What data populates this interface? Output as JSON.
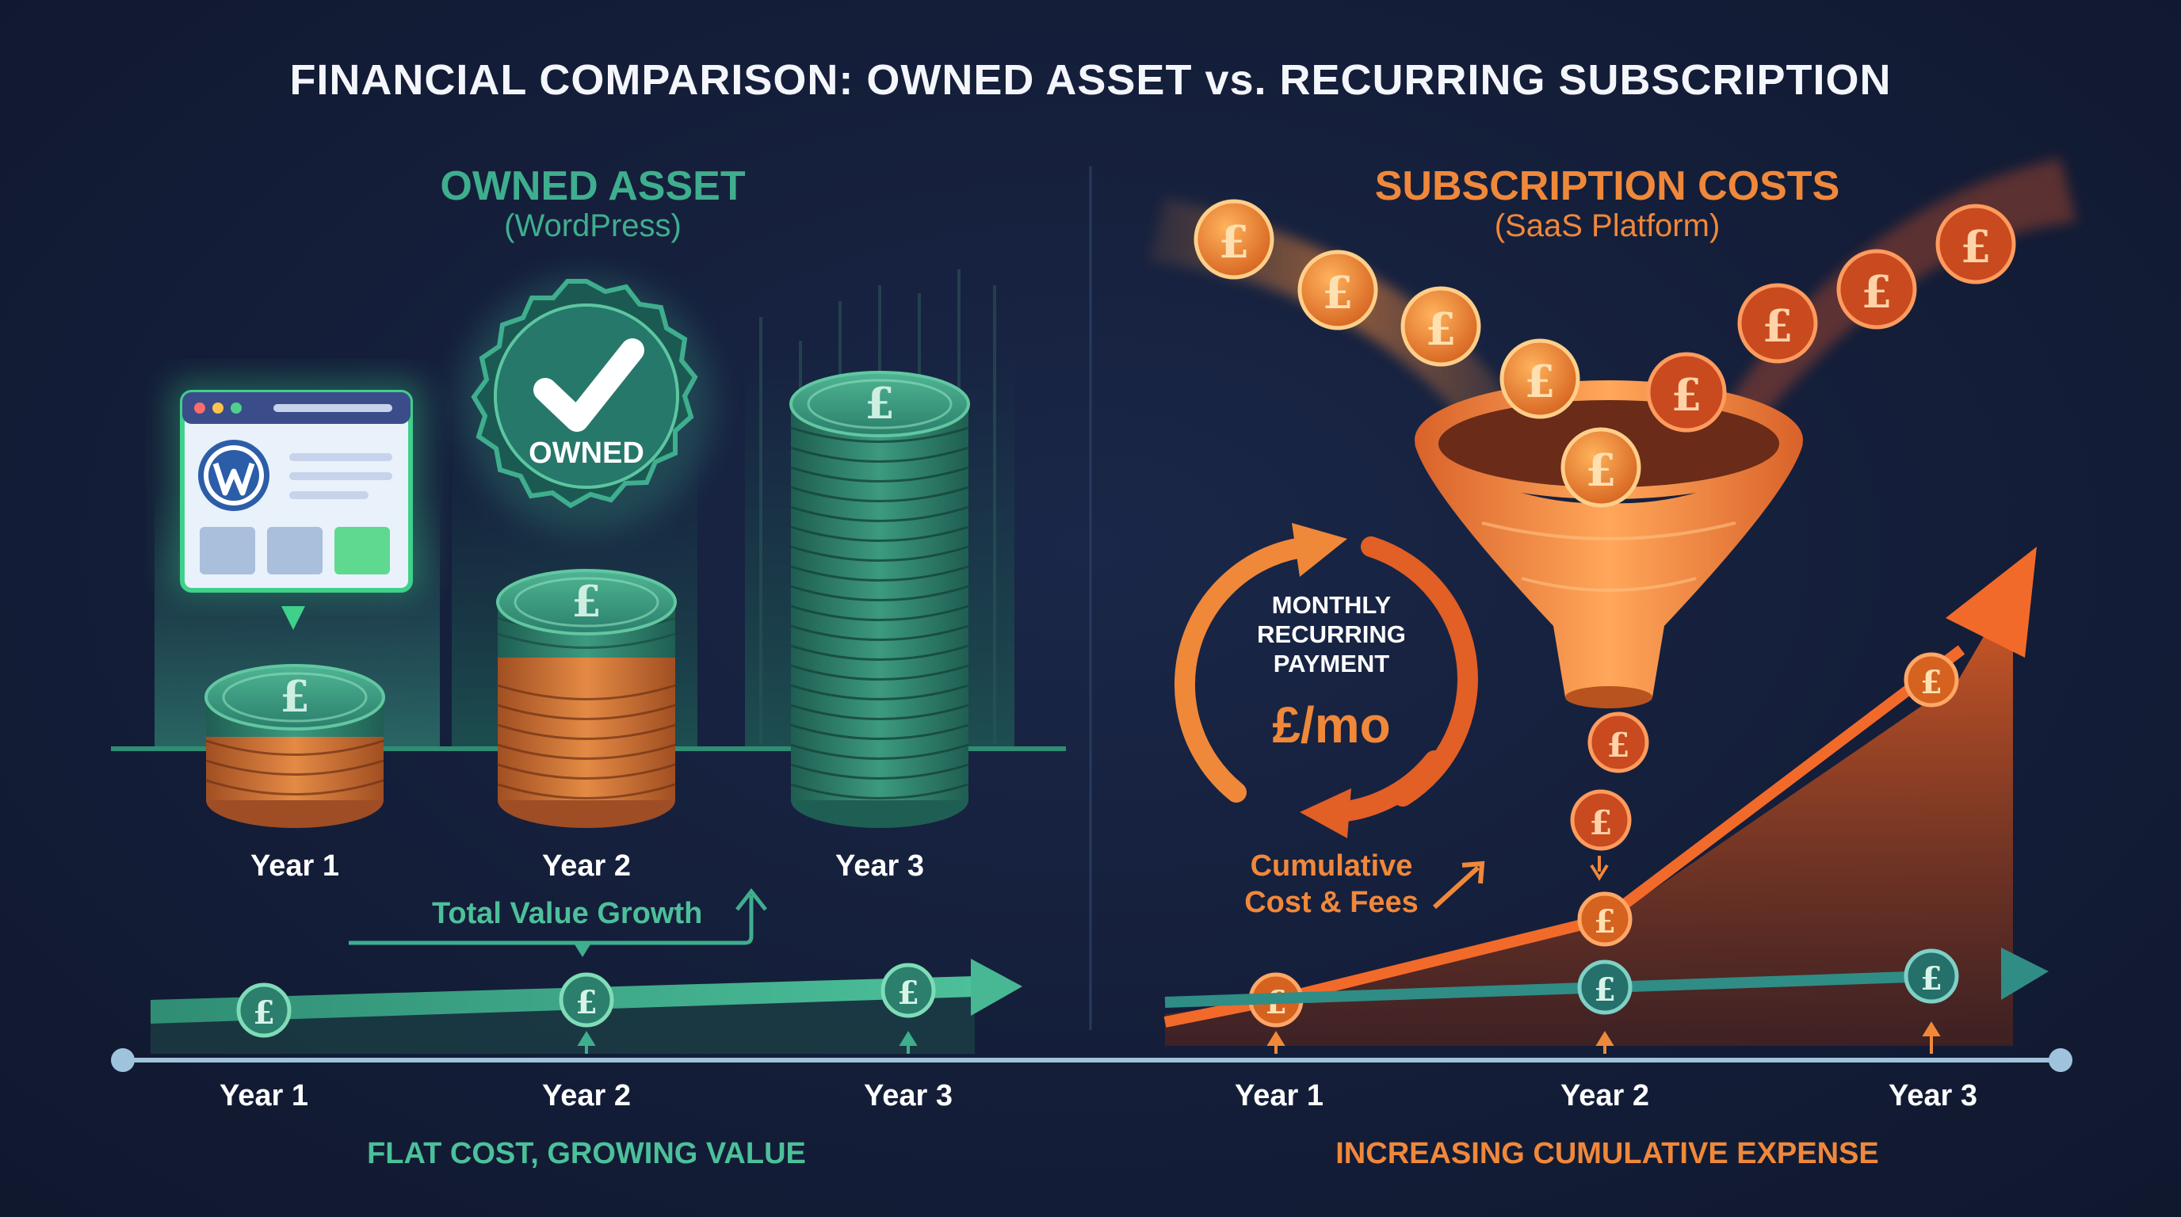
{
  "title": "FINANCIAL COMPARISON: OWNED ASSET vs. RECURRING SUBSCRIPTION",
  "left_panel": {
    "heading": "OWNED ASSET",
    "subheading": "(WordPress)",
    "badge_label": "OWNED",
    "stack_years": [
      "Year 1",
      "Year 2",
      "Year 3"
    ],
    "growth_label": "Total Value Growth",
    "timeline_years": [
      "Year 1",
      "Year 2",
      "Year 3"
    ],
    "caption": "FLAT COST, GROWING VALUE"
  },
  "right_panel": {
    "heading": "SUBSCRIPTION COSTS",
    "subheading": "(SaaS Platform)",
    "cycle_line1": "MONTHLY",
    "cycle_line2": "RECURRING",
    "cycle_line3": "PAYMENT",
    "cycle_price": "£/mo",
    "cumulative_line1": "Cumulative",
    "cumulative_line2": "Cost & Fees",
    "timeline_years": [
      "Year 1",
      "Year 2",
      "Year 3"
    ],
    "caption": "INCREASING CUMULATIVE EXPENSE"
  },
  "currency_symbol": "£",
  "colors": {
    "background": "#131d37",
    "owned_green": "#3fae8e",
    "subscription_orange": "#f0883a",
    "timeline": "#9fc3dc"
  }
}
